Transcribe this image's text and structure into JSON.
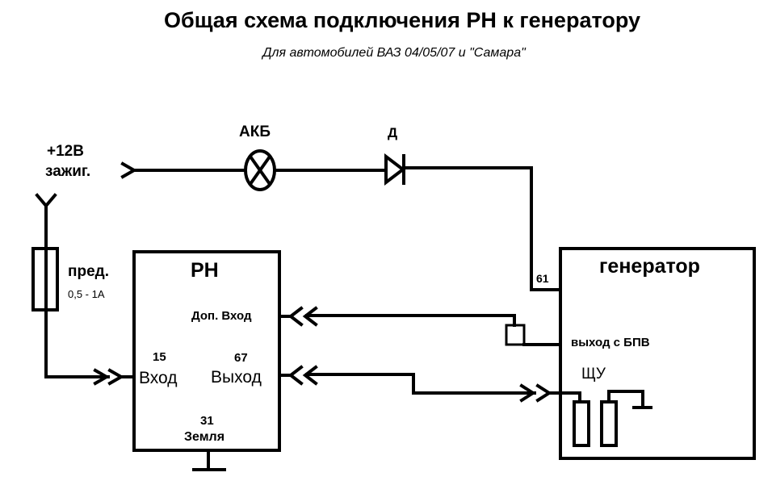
{
  "title": "Общая схема подключения РН к генератору",
  "subtitle": "Для автомобилей ВАЗ 04/05/07 и \"Самара\"",
  "labels": {
    "supply_line1": "+12В",
    "supply_line2": "зажиг.",
    "battery": "АКБ",
    "diode": "Д",
    "fuse": "пред.",
    "fuse_rating": "0,5 - 1А",
    "regulator": {
      "name": "РН",
      "aux_input": "Доп. Вход",
      "input_pin": "15",
      "input": "Вход",
      "output_pin": "67",
      "output": "Выход",
      "ground_pin": "31",
      "ground": "Земля"
    },
    "generator": {
      "name": "генератор",
      "pin_61": "61",
      "diode_bridge_output": "выход с БПВ",
      "brush_holder": "ЩУ"
    }
  },
  "colors": {
    "line": "#000000",
    "background": "#ffffff"
  }
}
